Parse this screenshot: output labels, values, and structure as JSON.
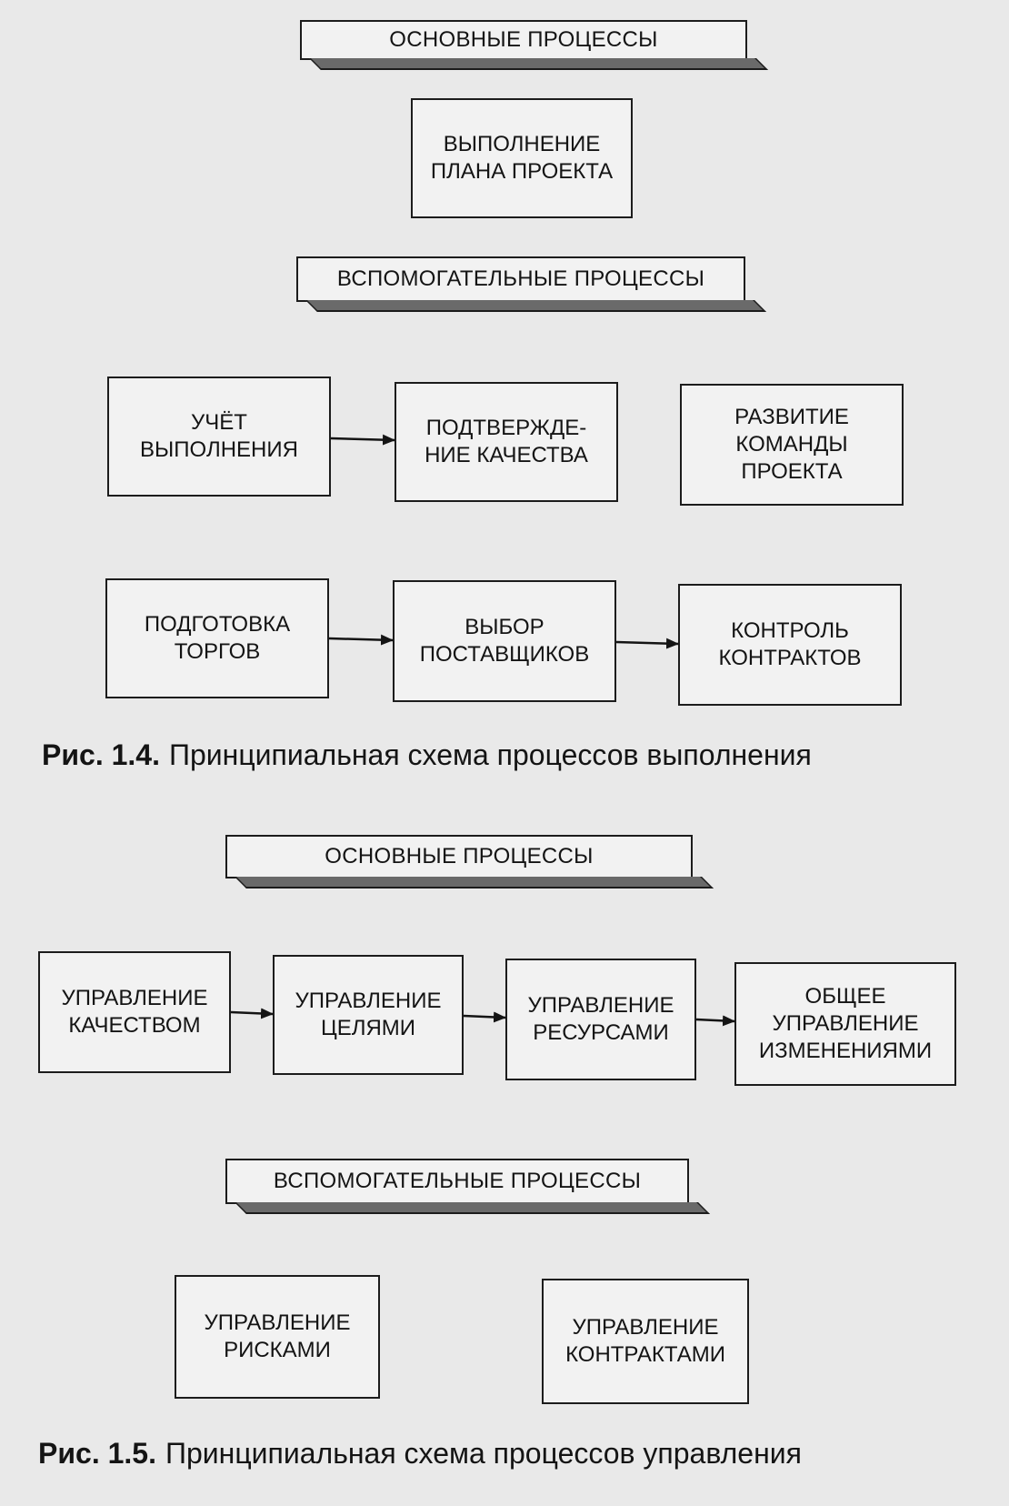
{
  "figure_1_4": {
    "main_header": "ОСНОВНЫЕ ПРОЦЕССЫ",
    "main_box": "ВЫПОЛНЕНИЕ\nПЛАНА ПРОЕКТА",
    "aux_header": "ВСПОМОГАТЕЛЬНЫЕ ПРОЦЕССЫ",
    "row1": [
      "УЧЁТ\nВЫПОЛНЕНИЯ",
      "ПОДТВЕРЖДЕ-\nНИЕ КАЧЕСТВА",
      "РАЗВИТИЕ\nКОМАНДЫ\nПРОЕКТА"
    ],
    "row2": [
      "ПОДГОТОВКА\nТОРГОВ",
      "ВЫБОР\nПОСТАВЩИКОВ",
      "КОНТРОЛЬ\nКОНТРАКТОВ"
    ],
    "caption_num": "Рис. 1.4.",
    "caption_text": "Принципиальная схема процессов выполнения"
  },
  "figure_1_5": {
    "main_header": "ОСНОВНЫЕ ПРОЦЕССЫ",
    "main_row": [
      "УПРАВЛЕНИЕ\nКАЧЕСТВОМ",
      "УПРАВЛЕНИЕ\nЦЕЛЯМИ",
      "УПРАВЛЕНИЕ\nРЕСУРСАМИ",
      "ОБЩЕЕ\nУПРАВЛЕНИЕ\nИЗМЕНЕНИЯМИ"
    ],
    "aux_header": "ВСПОМОГАТЕЛЬНЫЕ ПРОЦЕССЫ",
    "aux_row": [
      "УПРАВЛЕНИЕ\nРИСКАМИ",
      "УПРАВЛЕНИЕ\nКОНТРАКТАМИ"
    ],
    "caption_num": "Рис. 1.5.",
    "caption_text": "Принципиальная схема процессов управления"
  }
}
